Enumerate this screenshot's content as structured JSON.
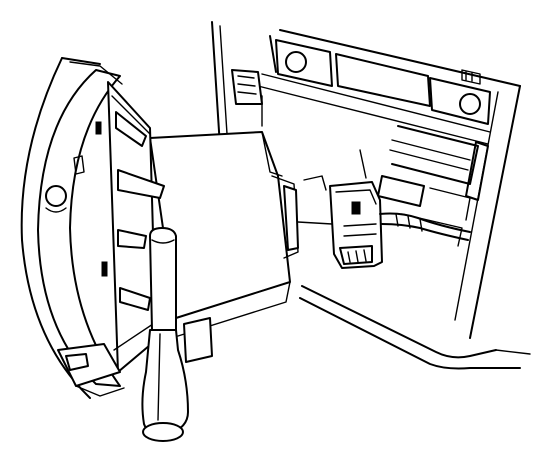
{
  "figure": {
    "kind": "technical line drawing",
    "parts": [
      "dash-panel-opening",
      "switch-assembly",
      "multifunction-lever",
      "electrical-connector"
    ],
    "colors": {
      "line": "#000000",
      "background": "#ffffff"
    }
  }
}
